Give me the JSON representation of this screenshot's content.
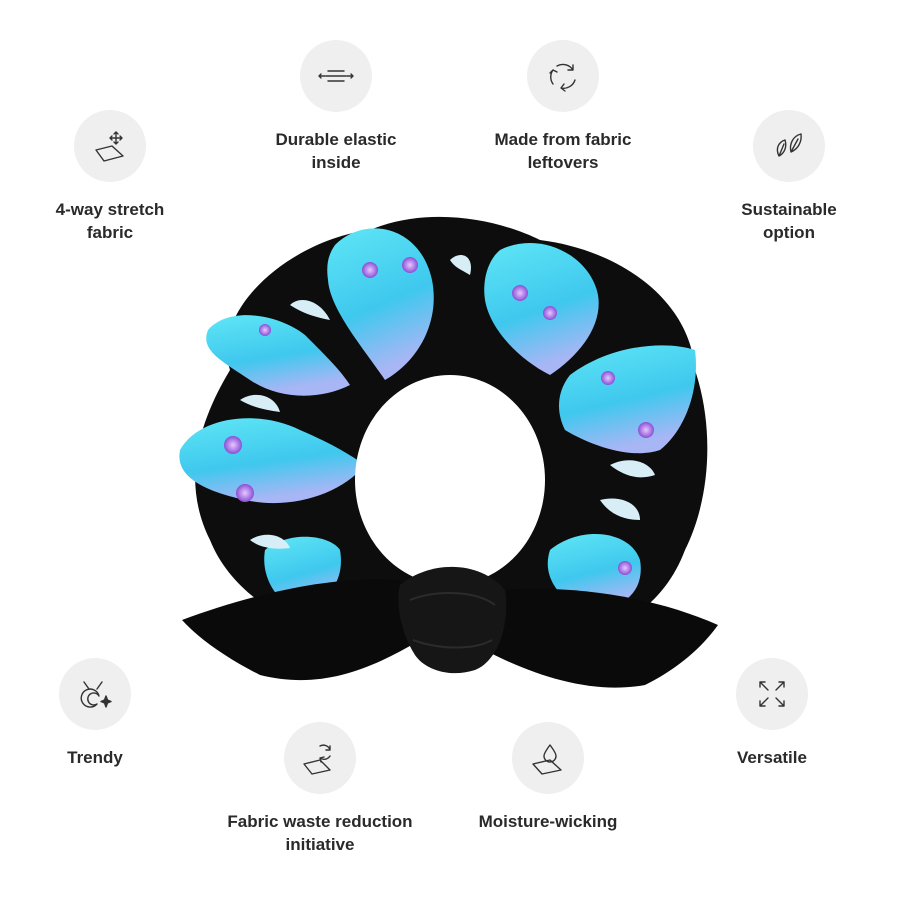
{
  "features": {
    "stretch": {
      "line1": "4-way stretch",
      "line2": "fabric",
      "icon": "stretch-arrows-icon"
    },
    "elastic": {
      "line1": "Durable elastic",
      "line2": "inside",
      "icon": "elastic-compress-icon"
    },
    "leftovers": {
      "line1": "Made from fabric",
      "line2": "leftovers",
      "icon": "recycle-arrows-icon"
    },
    "sustainable": {
      "line1": "Sustainable",
      "line2": "option",
      "icon": "leaves-icon"
    },
    "trendy": {
      "line1": "Trendy",
      "icon": "trendy-sparkle-icon"
    },
    "waste": {
      "line1": "Fabric waste reduction",
      "line2": "initiative",
      "icon": "fabric-recycle-icon"
    },
    "moisture": {
      "line1": "Moisture-wicking",
      "icon": "water-drop-icon"
    },
    "versatile": {
      "line1": "Versatile",
      "icon": "expand-arrows-icon"
    }
  },
  "product": {
    "name": "scrunchie-with-bow",
    "fabric_color": "#0d0d0d",
    "print_color": "#47d9f2",
    "accent_color": "#b57ae6"
  }
}
